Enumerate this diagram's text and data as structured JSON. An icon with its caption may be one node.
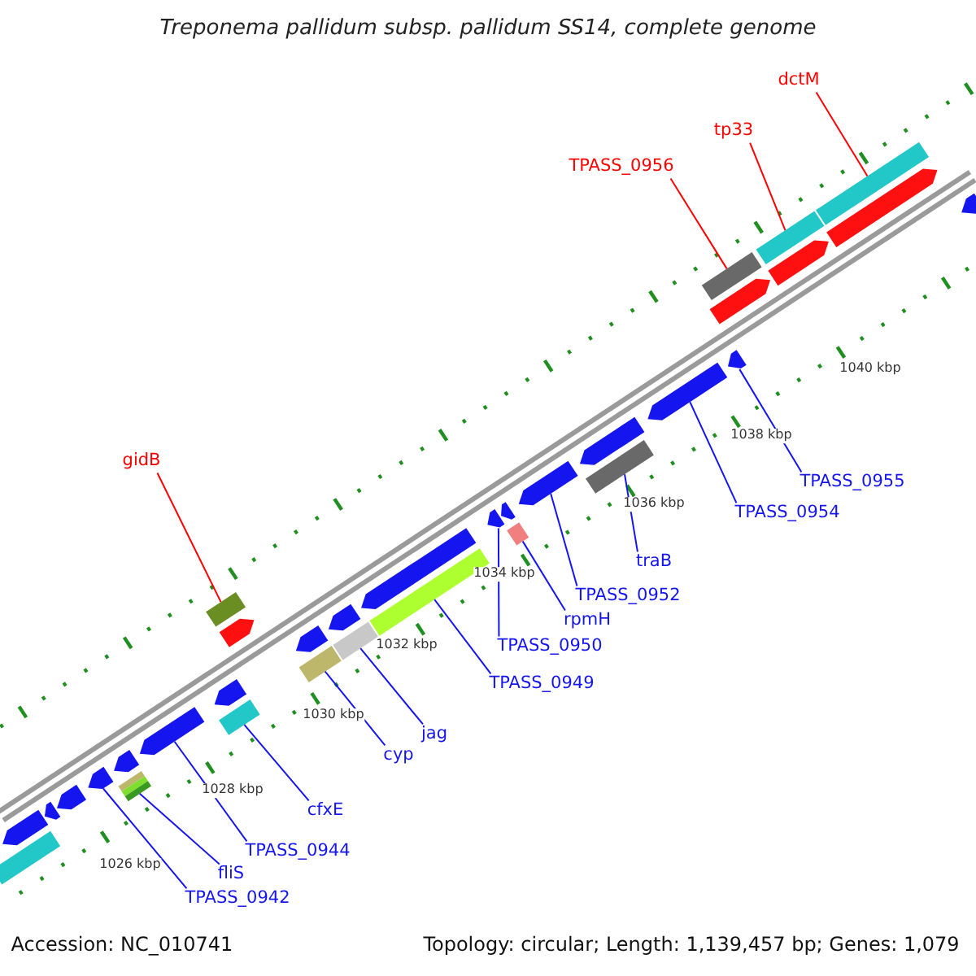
{
  "diagram": {
    "title": "Treponema pallidum subsp. pallidum SS14, complete genome",
    "nodes": [
      {
        "text": [
          "dctM"
        ]
      },
      {
        "text": [
          "tp33"
        ]
      },
      {
        "text": [
          "TPASS_0956"
        ]
      },
      {
        "text": [
          "gidB"
        ]
      },
      {
        "text": [
          "TPASS_0955"
        ]
      },
      {
        "text": [
          "TPASS_0954"
        ]
      },
      {
        "text": [
          "traB"
        ]
      },
      {
        "text": [
          "TPASS_0952"
        ]
      },
      {
        "text": [
          "rpmH"
        ]
      },
      {
        "text": [
          "TPASS_0950"
        ]
      },
      {
        "text": [
          "TPASS_0949"
        ]
      },
      {
        "text": [
          "jag"
        ]
      },
      {
        "text": [
          "cyp"
        ]
      },
      {
        "text": [
          "cfxE"
        ]
      },
      {
        "text": [
          "TPASS_0944"
        ]
      },
      {
        "text": [
          "fliS"
        ]
      },
      {
        "text": [
          "TPASS_0942"
        ]
      },
      {
        "text": [],
        "shape": "box"
      },
      {
        "text": [],
        "shape": "arrow"
      },
      {
        "text": [],
        "shape": "arrow"
      },
      {
        "text": [],
        "shape": "arrow"
      },
      {
        "text": [],
        "shape": "arrow"
      },
      {
        "text": [],
        "shape": "box"
      },
      {
        "text": [],
        "shape": "arrow"
      },
      {
        "text": [],
        "shape": "arrow"
      },
      {
        "text": [],
        "shape": "box"
      },
      {
        "text": [],
        "shape": "arrow"
      },
      {
        "text": [],
        "shape": "box"
      },
      {
        "text": [],
        "shape": "arrow"
      },
      {
        "text": [],
        "shape": "box"
      },
      {
        "text": [],
        "shape": "arrow"
      },
      {
        "text": [],
        "shape": "box"
      },
      {
        "text": [],
        "shape": "arrow"
      },
      {
        "text": [],
        "shape": "box"
      },
      {
        "text": [],
        "shape": "arrow"
      },
      {
        "text": [],
        "shape": "arrow"
      },
      {
        "text": [],
        "shape": "box"
      },
      {
        "text": [],
        "shape": "arrow"
      },
      {
        "text": [],
        "shape": "arrow"
      },
      {
        "text": [],
        "shape": "box"
      },
      {
        "text": [],
        "shape": "arrow"
      },
      {
        "text": [],
        "shape": "arrow"
      },
      {
        "text": [],
        "shape": "arrow"
      },
      {
        "text": [],
        "shape": "arrow"
      },
      {
        "text": [],
        "shape": "box"
      },
      {
        "text": [],
        "shape": "arrow"
      },
      {
        "text": [],
        "shape": "box"
      },
      {
        "text": [],
        "shape": "arrow"
      },
      {
        "text": [],
        "shape": "box"
      },
      {
        "text": [],
        "shape": "arrow"
      }
    ],
    "edges": [
      {
        "from": 0,
        "to": 48,
        "arrow": "none",
        "color": "#ff0000"
      },
      {
        "from": 1,
        "to": 46,
        "arrow": "none",
        "color": "#ff0000"
      },
      {
        "from": 2,
        "to": 44,
        "arrow": "none",
        "color": "#ff0000"
      },
      {
        "from": 3,
        "to": 27,
        "arrow": "none",
        "color": "#ff0000"
      },
      {
        "from": 4,
        "to": 42,
        "arrow": "none"
      },
      {
        "from": 5,
        "to": 41,
        "arrow": "none"
      },
      {
        "from": 6,
        "to": 39,
        "arrow": "none"
      },
      {
        "from": 7,
        "to": 38,
        "arrow": "none"
      },
      {
        "from": 8,
        "to": 36,
        "arrow": "none"
      },
      {
        "from": 9,
        "to": 35,
        "arrow": "none"
      },
      {
        "from": 10,
        "to": 33,
        "arrow": "none"
      },
      {
        "from": 11,
        "to": 31,
        "arrow": "none"
      },
      {
        "from": 12,
        "to": 29,
        "arrow": "none"
      },
      {
        "from": 13,
        "to": 25,
        "arrow": "none"
      },
      {
        "from": 14,
        "to": 24,
        "arrow": "none"
      },
      {
        "from": 15,
        "to": 22,
        "arrow": "none"
      },
      {
        "from": 16,
        "to": 21,
        "arrow": "none"
      }
    ],
    "labels": [
      "1040 kbp",
      "1038 kbp",
      "1036 kbp",
      "1034 kbp",
      "1032 kbp",
      "1030 kbp",
      "1028 kbp",
      "1026 kbp",
      "Accession: NC_010741",
      "Topology: circular; Length: 1,139,457 bp; Genes: 1,079"
    ]
  }
}
